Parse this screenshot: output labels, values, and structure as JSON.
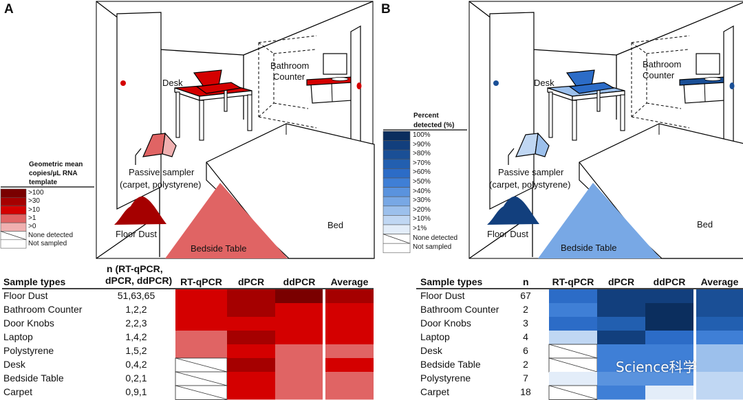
{
  "panel_a": {
    "letter": "A",
    "scene_labels": {
      "desk": "Desk",
      "bathroom_counter_line1": "Bathroom",
      "bathroom_counter_line2": "Counter",
      "passive_sampler_line1": "Passive sampler",
      "passive_sampler_line2": "(carpet, polystyrene)",
      "floor_dust": "Floor Dust",
      "bedside_table": "Bedside Table",
      "bed": "Bed"
    },
    "legend": {
      "title_lines": [
        "Geometric mean",
        "copies/µL RNA",
        "template"
      ],
      "items": [
        {
          "label": ">100",
          "color": "#7a0000"
        },
        {
          "label": ">30",
          "color": "#a50000"
        },
        {
          "label": ">10",
          "color": "#d40000"
        },
        {
          "label": ">1",
          "color": "#e06464"
        },
        {
          "label": ">0",
          "color": "#f0b0b0"
        },
        {
          "label": "None detected",
          "color": "none-detected"
        },
        {
          "label": "Not sampled",
          "color": "#ffffff"
        }
      ]
    },
    "heatmap": {
      "n_header_lines": [
        "n (RT-qPCR,",
        "dPCR, ddPCR)"
      ],
      "sample_header": "Sample types",
      "columns": [
        "RT-qPCR",
        "dPCR",
        "ddPCR",
        "Average"
      ],
      "rows": [
        {
          "sample": "Floor Dust",
          "n": "51,63,65",
          "levels": [
            2,
            1,
            0,
            1
          ]
        },
        {
          "sample": "Bathroom Counter",
          "n": "1,2,2",
          "levels": [
            2,
            1,
            2,
            2
          ]
        },
        {
          "sample": "Door Knobs",
          "n": "2,2,3",
          "levels": [
            2,
            2,
            2,
            2
          ]
        },
        {
          "sample": "Laptop",
          "n": "1,4,2",
          "levels": [
            3,
            1,
            2,
            2
          ]
        },
        {
          "sample": "Polystyrene",
          "n": "1,5,2",
          "levels": [
            3,
            2,
            3,
            3
          ]
        },
        {
          "sample": "Desk",
          "n": "0,4,2",
          "levels": [
            5,
            1,
            3,
            2
          ]
        },
        {
          "sample": "Bedside Table",
          "n": "0,2,1",
          "levels": [
            5,
            2,
            3,
            3
          ]
        },
        {
          "sample": "Carpet",
          "n": "0,9,1",
          "levels": [
            5,
            2,
            3,
            3
          ]
        }
      ]
    }
  },
  "panel_b": {
    "letter": "B",
    "scene_labels": {
      "desk": "Desk",
      "bathroom_counter_line1": "Bathroom",
      "bathroom_counter_line2": "Counter",
      "passive_sampler_line1": "Passive sampler",
      "passive_sampler_line2": "(carpet, polystyrene)",
      "floor_dust": "Floor Dust",
      "bedside_table": "Bedside Table",
      "bed": "Bed"
    },
    "legend": {
      "title_lines": [
        "Percent",
        "detected (%)"
      ],
      "items": [
        {
          "label": "100%",
          "color": "#0b2e5e"
        },
        {
          "label": ">90%",
          "color": "#123f7d"
        },
        {
          "label": ">80%",
          "color": "#1a4f96"
        },
        {
          "label": ">70%",
          "color": "#225fb0"
        },
        {
          "label": ">60%",
          "color": "#2c6cc7"
        },
        {
          "label": ">50%",
          "color": "#3f7fd6"
        },
        {
          "label": ">40%",
          "color": "#5a93de"
        },
        {
          "label": ">30%",
          "color": "#78a8e5"
        },
        {
          "label": ">20%",
          "color": "#9cc0ec"
        },
        {
          "label": ">10%",
          "color": "#c0d7f3"
        },
        {
          "label": ">1%",
          "color": "#e3edf9"
        },
        {
          "label": "None detected",
          "color": "none-detected"
        },
        {
          "label": "Not sampled",
          "color": "#ffffff"
        }
      ]
    },
    "heatmap": {
      "n_header": "n",
      "sample_header": "Sample types",
      "columns": [
        "RT-qPCR",
        "dPCR",
        "ddPCR",
        "Average"
      ],
      "rows": [
        {
          "sample": "Floor Dust",
          "n": "67",
          "levels": [
            4,
            1,
            1,
            2
          ]
        },
        {
          "sample": "Bathroom Counter",
          "n": "2",
          "levels": [
            5,
            1,
            0,
            2
          ]
        },
        {
          "sample": "Door Knobs",
          "n": "3",
          "levels": [
            4,
            3,
            0,
            3
          ]
        },
        {
          "sample": "Laptop",
          "n": "4",
          "levels": [
            9,
            1,
            4,
            5
          ]
        },
        {
          "sample": "Desk",
          "n": "6",
          "levels": [
            12,
            5,
            5,
            8
          ]
        },
        {
          "sample": "Bedside Table",
          "n": "2",
          "levels": [
            12,
            5,
            5,
            8
          ]
        },
        {
          "sample": "Polystyrene",
          "n": "7",
          "levels": [
            10,
            6,
            6,
            9
          ]
        },
        {
          "sample": "Carpet",
          "n": "18",
          "levels": [
            12,
            5,
            10,
            9
          ]
        }
      ]
    }
  },
  "watermark": "Science科学"
}
